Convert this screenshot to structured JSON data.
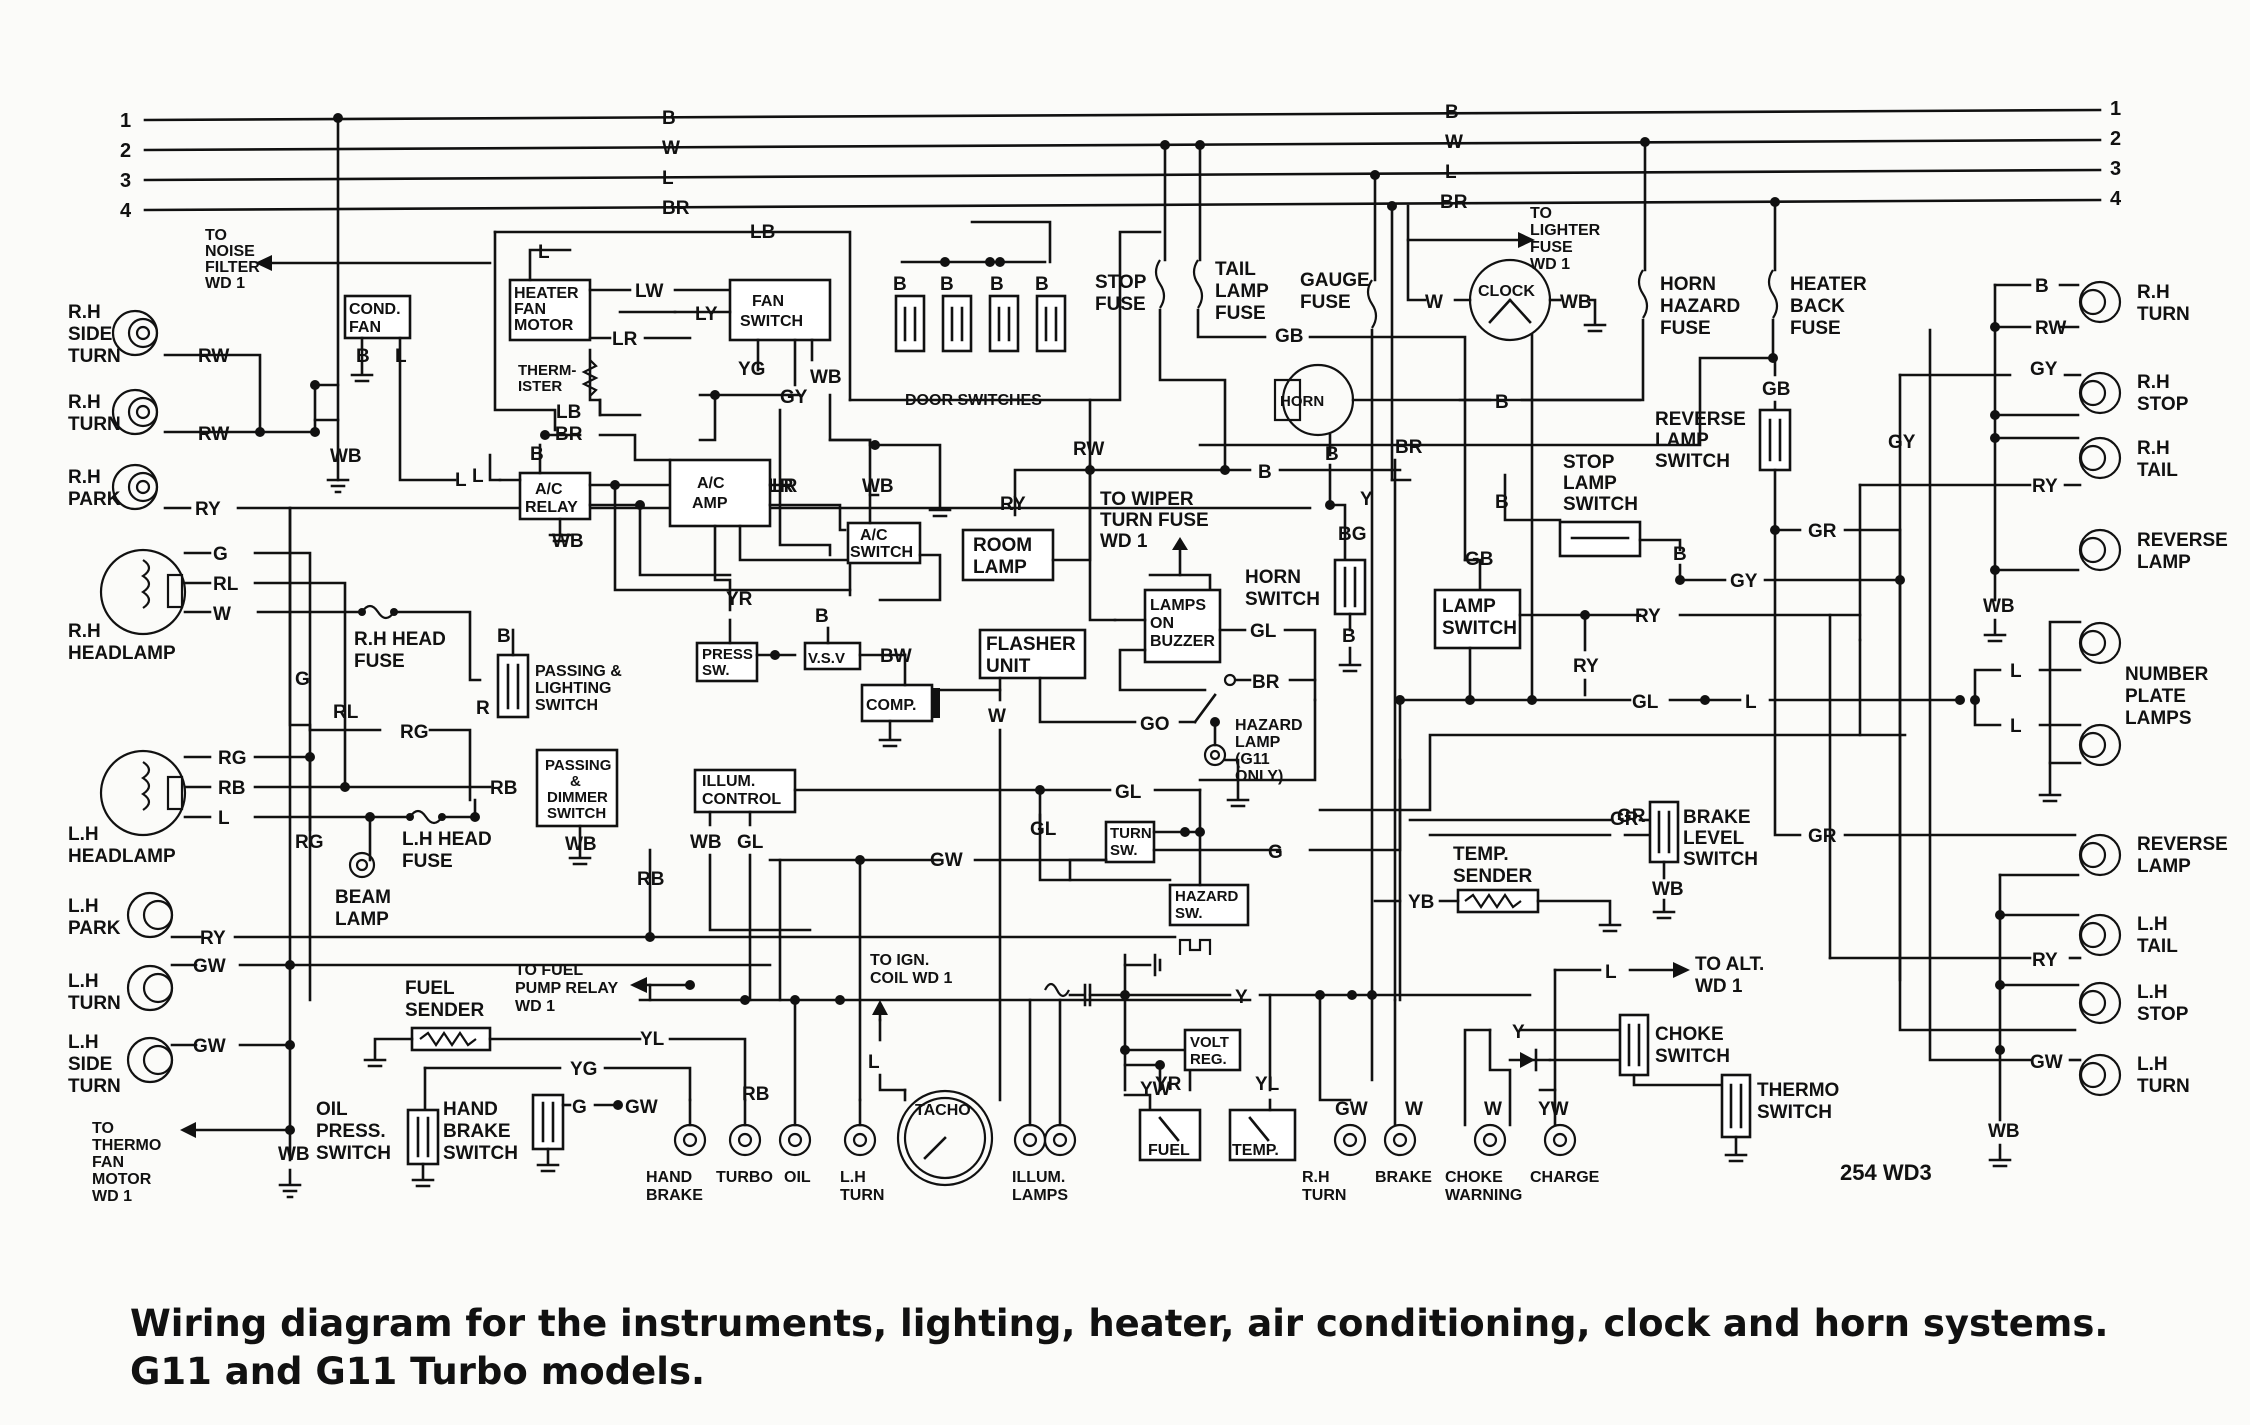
{
  "bus_lines": [
    "1",
    "2",
    "3",
    "4"
  ],
  "bus_colors": {
    "b": "B",
    "w": "W",
    "l": "L",
    "br": "BR"
  },
  "components": {
    "rh_side_turn": [
      "R.H",
      "SIDE",
      "TURN"
    ],
    "rh_turn": [
      "R.H",
      "TURN"
    ],
    "rh_park": [
      "R.H",
      "PARK"
    ],
    "rh_headlamp": [
      "R.H",
      "HEADLAMP"
    ],
    "lh_headlamp": [
      "L.H",
      "HEADLAMP"
    ],
    "lh_park": [
      "L.H",
      "PARK"
    ],
    "lh_turn": [
      "L.H",
      "TURN"
    ],
    "lh_side_turn": [
      "L.H",
      "SIDE",
      "TURN"
    ],
    "to_thermo_fan_motor": [
      "TO",
      "THERMO",
      "FAN",
      "MOTOR",
      "WD 1"
    ],
    "to_noise_filter": [
      "TO",
      "NOISE",
      "FILTER",
      "WD 1"
    ],
    "cond_fan": [
      "COND.",
      "FAN"
    ],
    "heater_fan_motor": [
      "HEATER",
      "FAN",
      "MOTOR"
    ],
    "fan_switch": [
      "FAN",
      "SWITCH"
    ],
    "thermistor": [
      "THERM-",
      "ISTER"
    ],
    "ac_relay": [
      "A/C",
      "RELAY"
    ],
    "ac_amp": [
      "A/C",
      "AMP"
    ],
    "ac_switch": [
      "A/C",
      "SWITCH"
    ],
    "press_sw": [
      "PRESS",
      "SW."
    ],
    "vsv": "V.S.V",
    "comp": "COMP.",
    "door_switches": "DOOR SWITCHES",
    "stop_fuse": [
      "STOP",
      "FUSE"
    ],
    "tail_lamp_fuse": [
      "TAIL",
      "LAMP",
      "FUSE"
    ],
    "gauge_fuse": [
      "GAUGE",
      "FUSE"
    ],
    "to_lighter_fuse": [
      "TO",
      "LIGHTER",
      "FUSE",
      "WD 1"
    ],
    "clock": "CLOCK",
    "horn_hazard_fuse": [
      "HORN",
      "HAZARD",
      "FUSE"
    ],
    "heater_back_fuse": [
      "HEATER",
      "BACK",
      "FUSE"
    ],
    "horn": "HORN",
    "room_lamp": [
      "ROOM",
      "LAMP"
    ],
    "to_wiper_turn_fuse": [
      "TO WIPER",
      "TURN FUSE",
      "WD 1"
    ],
    "lamps_on_buzzer": [
      "LAMPS",
      "ON",
      "BUZZER"
    ],
    "horn_switch": [
      "HORN",
      "SWITCH"
    ],
    "lamp_switch": [
      "LAMP",
      "SWITCH"
    ],
    "stop_lamp_switch": [
      "STOP",
      "LAMP",
      "SWITCH"
    ],
    "reverse_lamp_switch": [
      "REVERSE",
      "LAMP",
      "SWITCH"
    ],
    "rh_turn_r": [
      "R.H",
      "TURN"
    ],
    "rh_stop": [
      "R.H",
      "STOP"
    ],
    "rh_tail": [
      "R.H",
      "TAIL"
    ],
    "reverse_lamp_r": [
      "REVERSE",
      "LAMP"
    ],
    "number_plate_lamps": [
      "NUMBER",
      "PLATE",
      "LAMPS"
    ],
    "reverse_lamp_r2": [
      "REVERSE",
      "LAMP"
    ],
    "lh_tail": [
      "L.H",
      "TAIL"
    ],
    "lh_stop": [
      "L.H",
      "STOP"
    ],
    "lh_turn_r": [
      "L.H",
      "TURN"
    ],
    "rh_head_fuse": [
      "R.H HEAD",
      "FUSE"
    ],
    "lh_head_fuse": [
      "L.H HEAD",
      "FUSE"
    ],
    "passing_lighting_switch": [
      "PASSING &",
      "LIGHTING",
      "SWITCH"
    ],
    "passing_dimmer_switch": [
      "PASSING",
      "&",
      "DIMMER",
      "SWITCH"
    ],
    "beam_lamp": [
      "BEAM",
      "LAMP"
    ],
    "flasher_unit": [
      "FLASHER",
      "UNIT"
    ],
    "hazard_lamp": [
      "HAZARD",
      "LAMP",
      "(G11",
      "ONLY)"
    ],
    "illum_control": [
      "ILLUM.",
      "CONTROL"
    ],
    "turn_sw": [
      "TURN",
      "SW."
    ],
    "hazard_sw": [
      "HAZARD",
      "SW."
    ],
    "brake_level_switch": [
      "BRAKE",
      "LEVEL",
      "SWITCH"
    ],
    "temp_sender": [
      "TEMP.",
      "SENDER"
    ],
    "to_alt": [
      "TO  ALT.",
      "WD 1"
    ],
    "to_ign_coil": [
      "TO IGN.",
      "COIL   WD 1"
    ],
    "to_fuel_pump_relay": [
      "TO FUEL",
      "PUMP RELAY",
      "WD 1"
    ],
    "fuel_sender": [
      "FUEL",
      "SENDER"
    ],
    "oil_press_switch": [
      "OIL",
      "PRESS.",
      "SWITCH"
    ],
    "hand_brake_switch": [
      "HAND",
      "BRAKE",
      "SWITCH"
    ],
    "choke_switch": [
      "CHOKE",
      "SWITCH"
    ],
    "thermo_switch": [
      "THERMO",
      "SWITCH"
    ],
    "volt_reg": [
      "VOLT",
      "REG."
    ],
    "tacho": "TACHO",
    "fuel_gauge": "FUEL",
    "temp_gauge": "TEMP."
  },
  "indicators": {
    "hand_brake": [
      "HAND",
      "BRAKE"
    ],
    "turbo": "TURBO",
    "oil": "OIL",
    "lh_turn": [
      "L.H",
      "TURN"
    ],
    "illum_lamps": [
      "ILLUM.",
      "LAMPS"
    ],
    "rh_turn": [
      "R.H",
      "TURN"
    ],
    "brake": "BRAKE",
    "choke_warning": [
      "CHOKE",
      "WARNING"
    ],
    "charge": "CHARGE"
  },
  "wire_codes": [
    "B",
    "W",
    "L",
    "BR",
    "LB",
    "LW",
    "LY",
    "LR",
    "YG",
    "GY",
    "WB",
    "RW",
    "RY",
    "G",
    "RL",
    "RG",
    "RB",
    "GB",
    "GR",
    "GL",
    "GO",
    "GW",
    "YL",
    "YB",
    "YW",
    "Y",
    "YR",
    "BW",
    "BG",
    "R"
  ],
  "drawing_code": "254 WD3",
  "caption": "Wiring diagram for the instruments, lighting, heater, air conditioning, clock and horn systems.  G11 and G11 Turbo models."
}
